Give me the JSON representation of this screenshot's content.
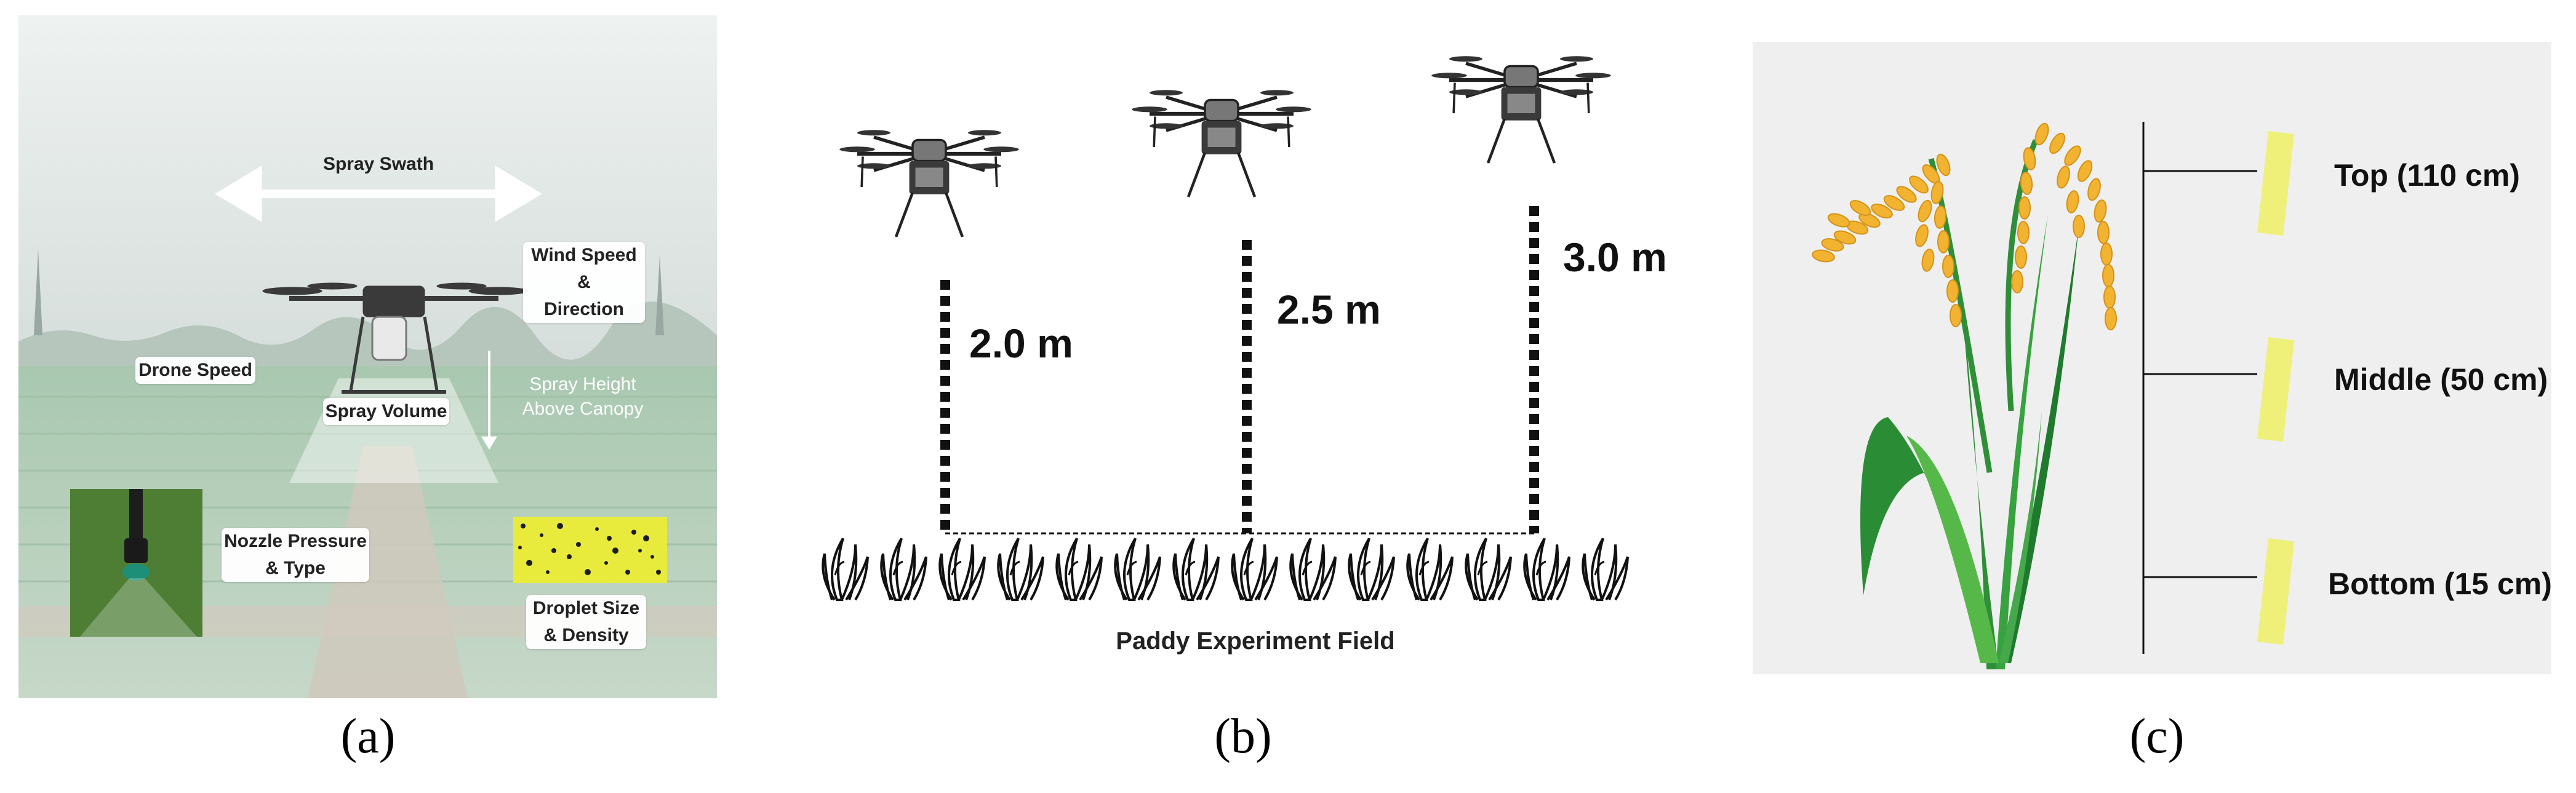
{
  "panel_a": {
    "spray_swath": "Spray Swath",
    "wind": "Wind Speed &\nDirection",
    "drone_speed": "Drone Speed",
    "spray_height": "Spray Height\nAbove Canopy",
    "spray_volume": "Spray Volume",
    "nozzle": "Nozzle Pressure\n& Type",
    "droplet": "Droplet Size\n& Density"
  },
  "panel_b": {
    "heights": [
      "2.0 m",
      "2.5 m",
      "3.0 m"
    ],
    "field_label": "Paddy Experiment Field"
  },
  "panel_c": {
    "positions": [
      "Top (110 cm)",
      "Middle (50 cm)",
      "Bottom (15 cm)"
    ]
  },
  "captions": [
    "(a)",
    "(b)",
    "(c)"
  ],
  "colors": {
    "sky": "#dfe5e3",
    "paddy_green": "#8fb39a",
    "card_yellow": "#eef07a",
    "grain_yellow": "#f2b430",
    "leaf_green": "#2fa23a",
    "panel_c_bg": "#efefef"
  }
}
